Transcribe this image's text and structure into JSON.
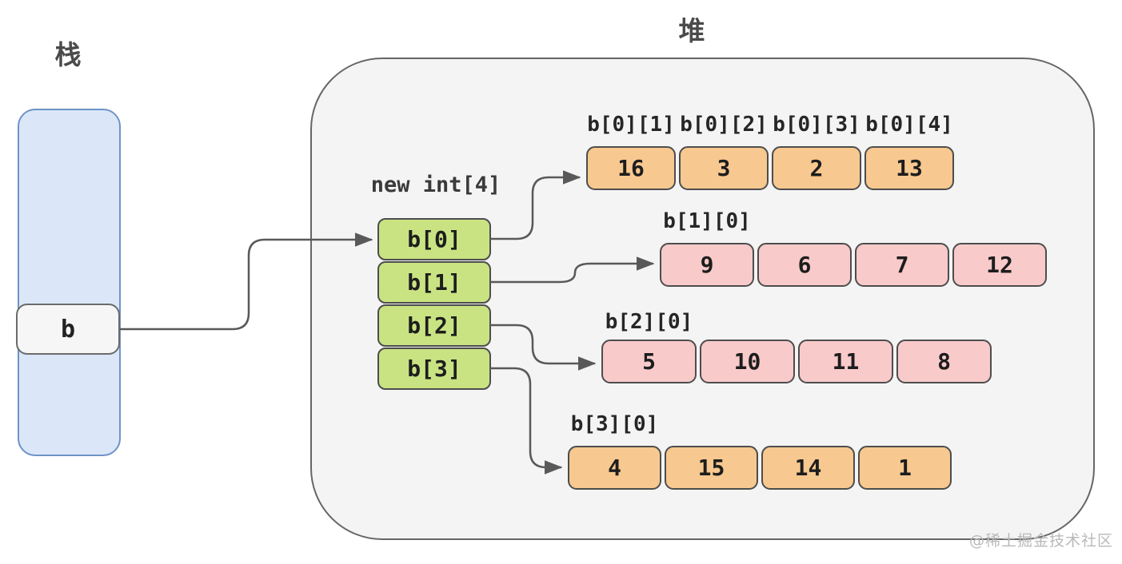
{
  "stack": {
    "title": "栈",
    "variable": "b"
  },
  "heap": {
    "title": "堆",
    "ref_array": {
      "label": "new int[4]",
      "cells": [
        "b[0]",
        "b[1]",
        "b[2]",
        "b[3]"
      ]
    },
    "rows": [
      {
        "labels": [
          "b[0][1]",
          "b[0][2]",
          "b[0][3]",
          "b[0][4]"
        ],
        "values": [
          16,
          3,
          2,
          13
        ],
        "theme": "orange"
      },
      {
        "labels": [
          "b[1][0]"
        ],
        "values": [
          9,
          6,
          7,
          12
        ],
        "theme": "pink"
      },
      {
        "labels": [
          "b[2][0]"
        ],
        "values": [
          5,
          10,
          11,
          8
        ],
        "theme": "pink"
      },
      {
        "labels": [
          "b[3][0]"
        ],
        "values": [
          4,
          15,
          14,
          1
        ],
        "theme": "orange"
      }
    ]
  },
  "watermark": "@稀土掘金技术社区",
  "colors": {
    "orange_cell": "#f7c88f",
    "pink_cell": "#f9caca",
    "green_cell": "#c9e383",
    "stack_fill": "#dbe7f8",
    "stack_border": "#6e93c6",
    "heap_fill": "#f4f4f4",
    "line": "#595959"
  }
}
